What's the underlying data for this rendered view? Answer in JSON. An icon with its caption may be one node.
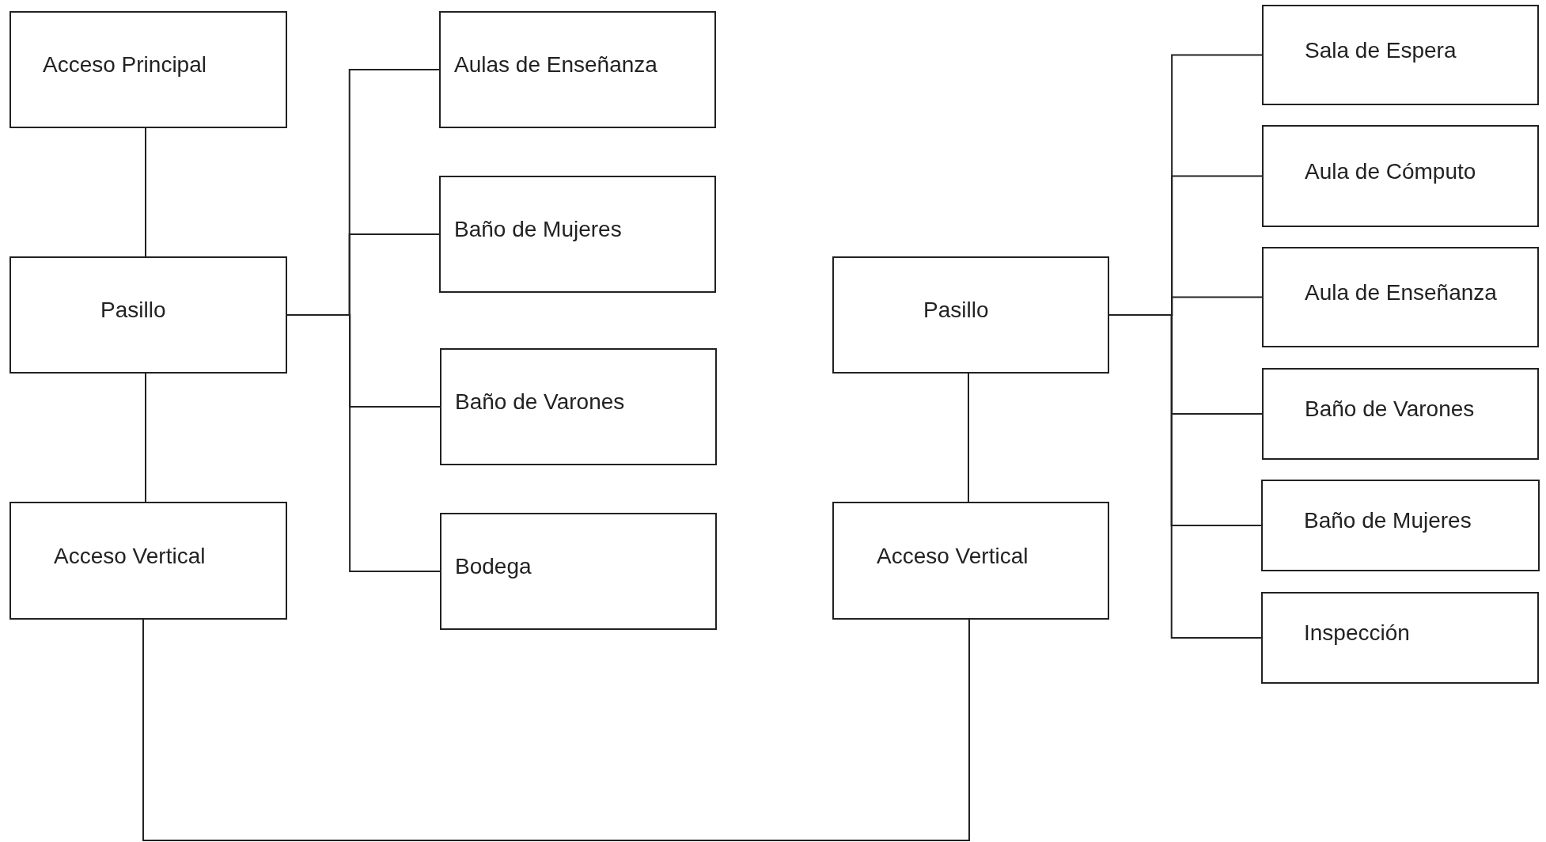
{
  "diagram": {
    "nodes": [
      {
        "text": [
          "Acceso Principal"
        ]
      },
      {
        "text": [
          "Pasillo"
        ]
      },
      {
        "text": [
          "Acceso Vertical"
        ]
      },
      {
        "text": [
          "Aulas de Enseñanza"
        ]
      },
      {
        "text": [
          "Baño de Mujeres"
        ]
      },
      {
        "text": [
          "Baño de Varones"
        ]
      },
      {
        "text": [
          "Bodega"
        ]
      },
      {
        "text": [
          "Pasillo"
        ]
      },
      {
        "text": [
          "Acceso Vertical"
        ]
      },
      {
        "text": [
          "Sala de Espera"
        ]
      },
      {
        "text": [
          "Aula de Cómputo"
        ]
      },
      {
        "text": [
          "Aula de Enseñanza"
        ]
      },
      {
        "text": [
          "Baño de Varones"
        ]
      },
      {
        "text": [
          "Baño de Mujeres"
        ]
      },
      {
        "text": [
          "Inspección"
        ]
      }
    ],
    "edges": [
      {
        "from": 0,
        "to": 1,
        "arrow": "none"
      },
      {
        "from": 1,
        "to": 2,
        "arrow": "none"
      },
      {
        "from": 1,
        "to": 3,
        "arrow": "none"
      },
      {
        "from": 1,
        "to": 4,
        "arrow": "none"
      },
      {
        "from": 1,
        "to": 5,
        "arrow": "none"
      },
      {
        "from": 1,
        "to": 6,
        "arrow": "none"
      },
      {
        "from": 2,
        "to": 8,
        "arrow": "none"
      },
      {
        "from": 7,
        "to": 8,
        "arrow": "none"
      },
      {
        "from": 7,
        "to": 9,
        "arrow": "none"
      },
      {
        "from": 7,
        "to": 10,
        "arrow": "none"
      },
      {
        "from": 7,
        "to": 11,
        "arrow": "none"
      },
      {
        "from": 7,
        "to": 12,
        "arrow": "none"
      },
      {
        "from": 7,
        "to": 13,
        "arrow": "none"
      },
      {
        "from": 7,
        "to": 14,
        "arrow": "none"
      }
    ]
  }
}
